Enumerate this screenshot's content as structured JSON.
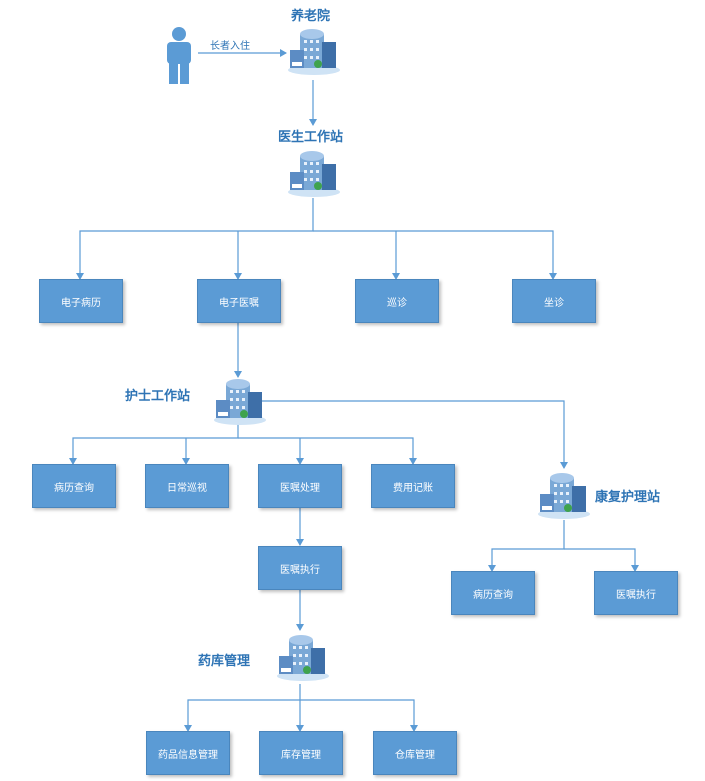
{
  "nodes": {
    "nursing_home": "养老院",
    "doctor_station": "医生工作站",
    "nurse_station": "护士工作站",
    "rehab_station": "康复护理站",
    "pharmacy": "药库管理"
  },
  "edge_label_admission": "长者入住",
  "doctor_children": [
    "电子病历",
    "电子医嘱",
    "巡诊",
    "坐诊"
  ],
  "nurse_children": [
    "病历查询",
    "日常巡视",
    "医嘱处理",
    "费用记账"
  ],
  "order_execution": "医嘱执行",
  "rehab_children": [
    "病历查询",
    "医嘱执行"
  ],
  "pharmacy_children": [
    "药品信息管理",
    "库存管理",
    "仓库管理"
  ],
  "colors": {
    "box": "#5b9bd5",
    "line": "#5b9bd5",
    "title": "#2e74b5",
    "person": "#5b9bd5"
  },
  "icons": {
    "person": "person-icon",
    "building": "building-icon"
  }
}
